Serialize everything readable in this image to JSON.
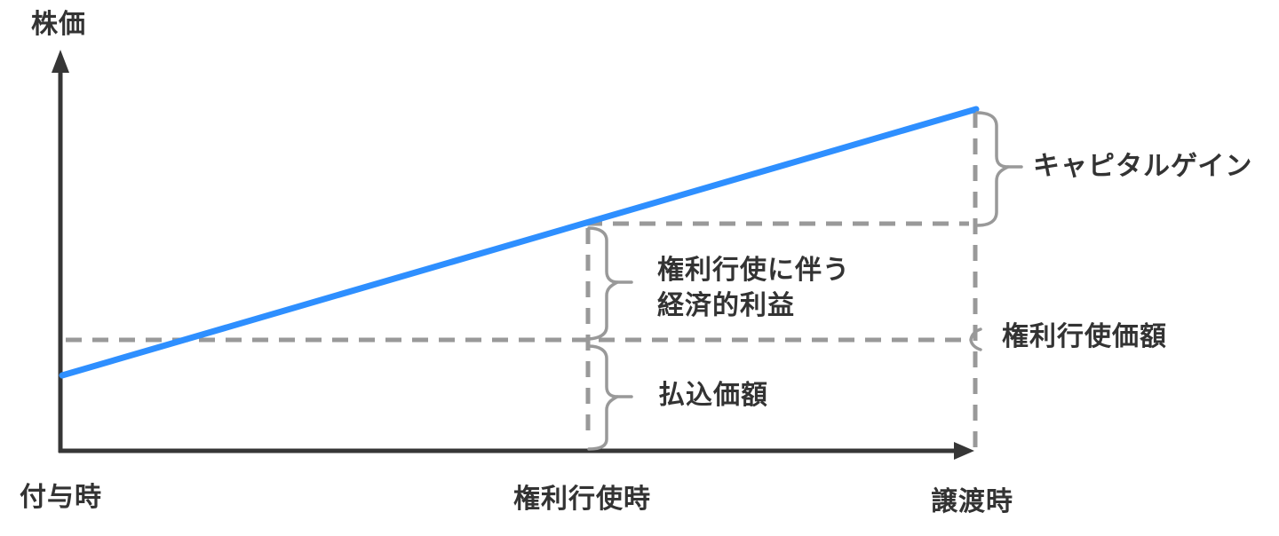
{
  "colors": {
    "background": "#ffffff",
    "axis": "#363636",
    "text": "#333333",
    "guide": "#999999",
    "line": "#2e8fff"
  },
  "axes": {
    "y_label": "株価",
    "x_ticks": [
      "付与時",
      "権利行使時",
      "譲渡時"
    ]
  },
  "annotations": {
    "capital_gain": "キャピタルゲイン",
    "exercise_benefit": [
      "権利行使に伴う",
      "経済的利益"
    ],
    "exercise_price": "権利行使価額",
    "paid_in_amount": "払込価額"
  },
  "chart_data": {
    "type": "line",
    "title": "",
    "xlabel": "",
    "ylabel": "株価",
    "x_categories": [
      "付与時",
      "権利行使時",
      "譲渡時"
    ],
    "series": [
      {
        "name": "株価",
        "values_relative_to_axis_height": [
          0.22,
          0.66,
          1.0
        ],
        "style": "straight rising solid blue line"
      }
    ],
    "reference_levels": {
      "権利行使価額_relative": 0.32,
      "権利行使時株価_relative": 0.66
    },
    "segments_annotated": [
      "払込価額 (from x-axis up to 権利行使価額 level)",
      "権利行使に伴う経済的利益 (from 権利行使価額 level up to price at 権利行使時)",
      "キャピタルゲイン (from price at 権利行使時 up to price at 譲渡時)"
    ],
    "legend": "none",
    "grid": "none"
  }
}
